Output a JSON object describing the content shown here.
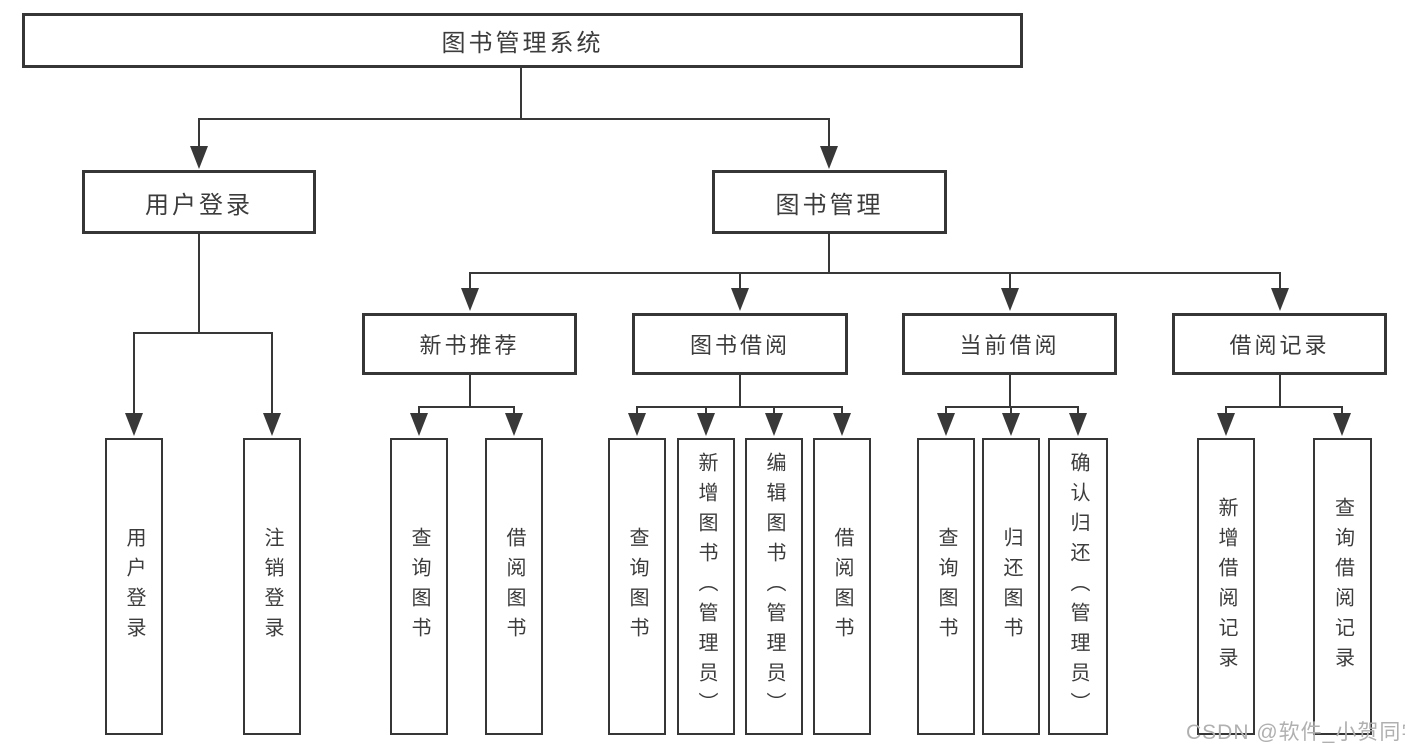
{
  "diagram": {
    "root": "图书管理系统",
    "login": {
      "label": "用户登录",
      "children": [
        "用户登录",
        "注销登录"
      ]
    },
    "manage": {
      "label": "图书管理"
    },
    "newbook": {
      "label": "新书推荐",
      "children": [
        "查询图书",
        "借阅图书"
      ]
    },
    "borrow": {
      "label": "图书借阅",
      "children": [
        "查询图书",
        "新增图书（管理员）",
        "编辑图书（管理员）",
        "借阅图书"
      ]
    },
    "current": {
      "label": "当前借阅",
      "children": [
        "查询图书",
        "归还图书",
        "确认归还（管理员）"
      ]
    },
    "records": {
      "label": "借阅记录",
      "children": [
        "新增借阅记录",
        "查询借阅记录"
      ]
    }
  },
  "watermark": "CSDN @软件_小贺同学",
  "colors": {
    "line": "#383838",
    "box_border": "#363636",
    "text": "#3c3c3c",
    "watermark": "#b0b0b0",
    "background": "#ffffff"
  }
}
